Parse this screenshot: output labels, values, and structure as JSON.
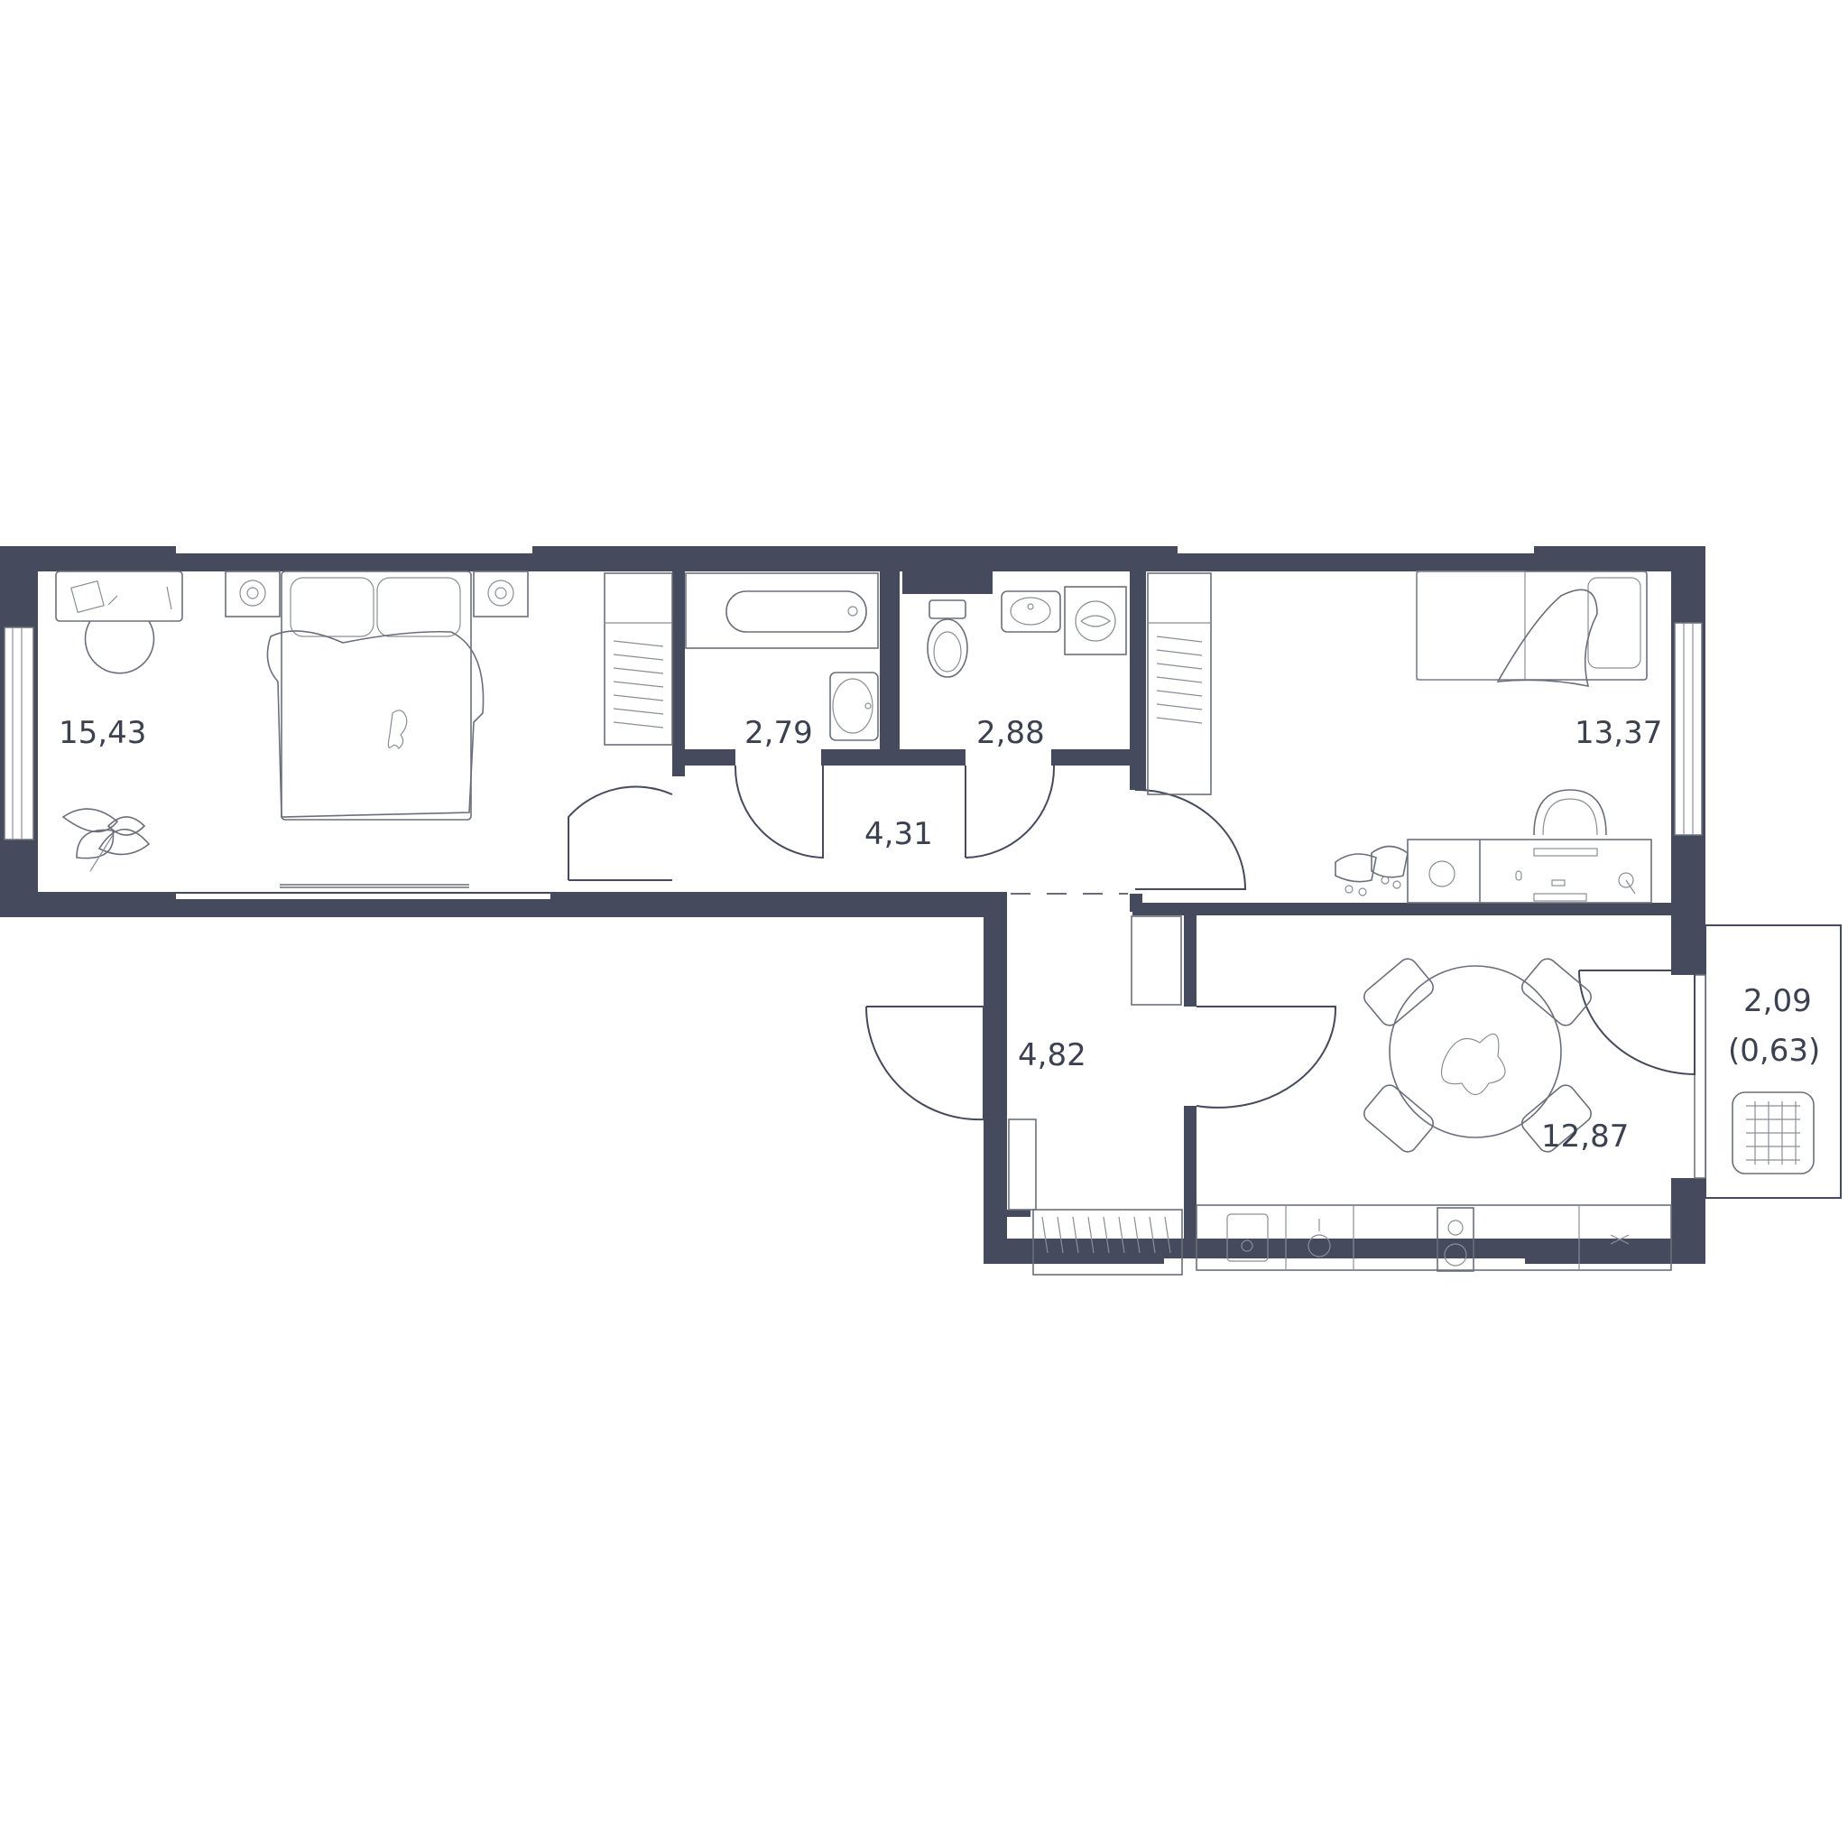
{
  "colors": {
    "wall": "#454a5c",
    "text": "#3c4150",
    "line": "#6b6f7b",
    "background": "#ffffff"
  },
  "rooms": {
    "bedroom_left": {
      "area": "15,43"
    },
    "bathroom": {
      "area": "2,79"
    },
    "toilet": {
      "area": "2,88"
    },
    "bedroom_right": {
      "area": "13,37"
    },
    "corridor": {
      "area": "4,31"
    },
    "hall": {
      "area": "4,82"
    },
    "kitchen": {
      "area": "12,87"
    },
    "balcony": {
      "area": "2,09",
      "area_reduced": "(0,63)"
    }
  },
  "icons": [
    "double-bed-icon",
    "desk-icon",
    "plant-icon",
    "nightstand-lamp-icon",
    "wardrobe-icon",
    "bathtub-icon",
    "sink-icon",
    "toilet-icon",
    "washing-machine-icon",
    "single-bed-icon",
    "office-chair-icon",
    "computer-desk-icon",
    "dining-table-icon",
    "kitchen-counter-icon",
    "stove-icon",
    "balcony-chair-icon"
  ]
}
